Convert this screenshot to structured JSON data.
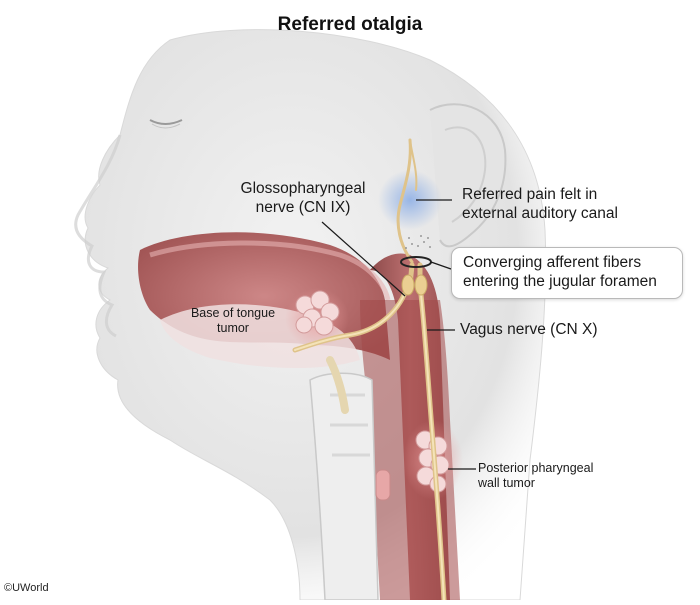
{
  "title": "Referred otalgia",
  "labels": {
    "glossopharyngeal": [
      "Glossopharyngeal",
      "nerve (CN IX)"
    ],
    "referred_pain": [
      "Referred pain felt in",
      "external auditory canal"
    ],
    "converging": [
      "Converging afferent fibers",
      "entering the jugular foramen"
    ],
    "vagus": "Vagus nerve (CN X)",
    "base_tongue": [
      "Base of tongue",
      "tumor"
    ],
    "posterior_wall": [
      "Posterior pharyngeal",
      "wall tumor"
    ]
  },
  "copyright": "©UWorld",
  "colors": {
    "skin": "#e6e6e6",
    "nerve": "#e8c98a",
    "pharynx": "#a84848",
    "tumor": "#f3d6d6",
    "ear_glow": "#9fb8e0"
  }
}
